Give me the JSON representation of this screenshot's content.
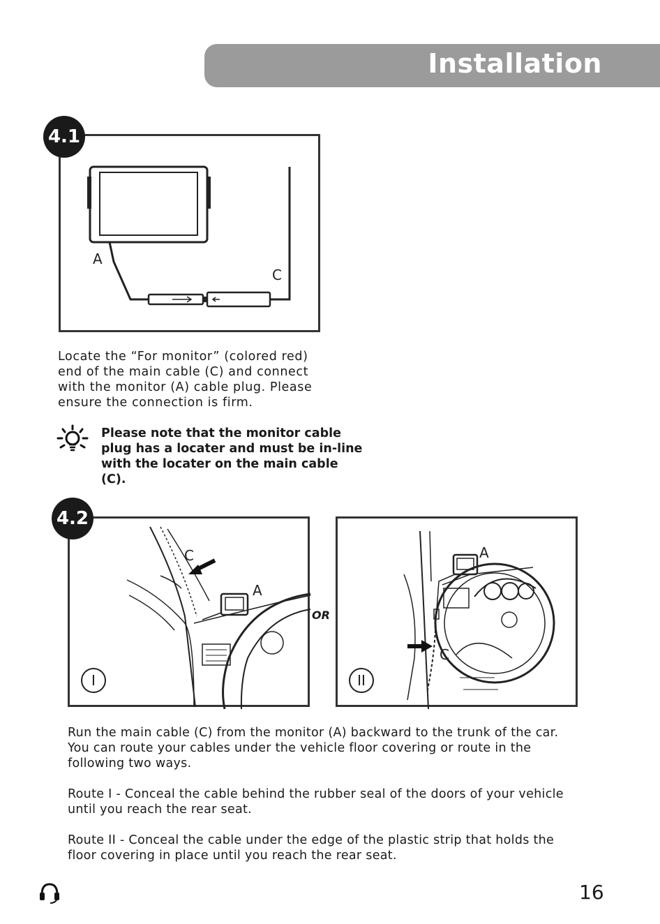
{
  "header": {
    "title": "Installation"
  },
  "step1": {
    "badge": "4.1",
    "diagram": {
      "label_a": "A",
      "label_c": "C"
    },
    "paragraph": [
      "Locate the “For monitor” (colored red)",
      "end of the main cable (C) and connect",
      "with the monitor (A) cable plug. Please",
      "ensure the connection is firm."
    ],
    "note": [
      "Please note that the monitor cable",
      "plug has a locater and must be in-line",
      "with the locater on the main cable (C)."
    ],
    "note_icon": "lightbulb-icon"
  },
  "step2": {
    "badge": "4.2",
    "route1": {
      "marker": "I",
      "label_c": "C",
      "label_a": "A"
    },
    "or_label": "OR",
    "route2": {
      "marker": "II",
      "label_a": "A",
      "label_c": "C"
    },
    "paragraphs": [
      "Run the main cable (C) from the monitor (A) backward to the trunk of the car. You can route your cables under the vehicle floor covering or route in the following two ways.",
      "Route I - Conceal the cable behind the rubber seal of the doors of your vehicle until you reach the rear seat.",
      "Route II - Conceal the cable under the edge of the plastic strip that holds the floor covering in place until you reach the rear seat."
    ]
  },
  "footer": {
    "page_number": "16",
    "icon": "headset-icon"
  }
}
